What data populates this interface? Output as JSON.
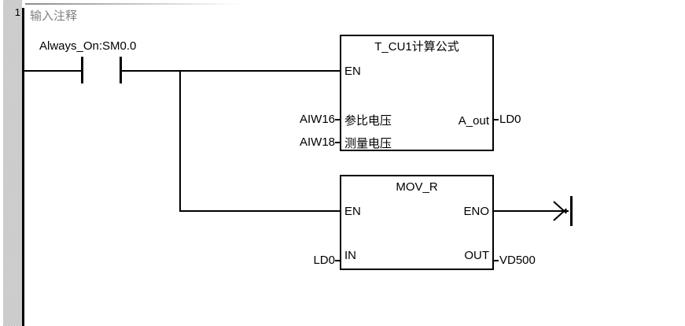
{
  "editor": {
    "network_number": "1",
    "network_comment": "输入注释",
    "comment_color": "#808080",
    "line_color": "#000000",
    "background": "#ffffff"
  },
  "rung": {
    "contact": {
      "label": "Always_On:SM0.0",
      "type": "normally-open"
    },
    "terminator": {
      "type": "arrow-right",
      "label": ""
    }
  },
  "blocks": [
    {
      "name": "T_CU1计算公式",
      "inputs": [
        {
          "pin": "EN",
          "operand": ""
        },
        {
          "pin": "参比电压",
          "operand": "AIW16"
        },
        {
          "pin": "测量电压",
          "operand": "AIW18"
        }
      ],
      "outputs": [
        {
          "pin": "A_out",
          "operand": "LD0"
        }
      ]
    },
    {
      "name": "MOV_R",
      "inputs": [
        {
          "pin": "EN",
          "operand": ""
        },
        {
          "pin": "IN",
          "operand": "LD0"
        }
      ],
      "outputs": [
        {
          "pin": "ENO",
          "operand": ""
        },
        {
          "pin": "OUT",
          "operand": "VD500"
        }
      ]
    }
  ]
}
